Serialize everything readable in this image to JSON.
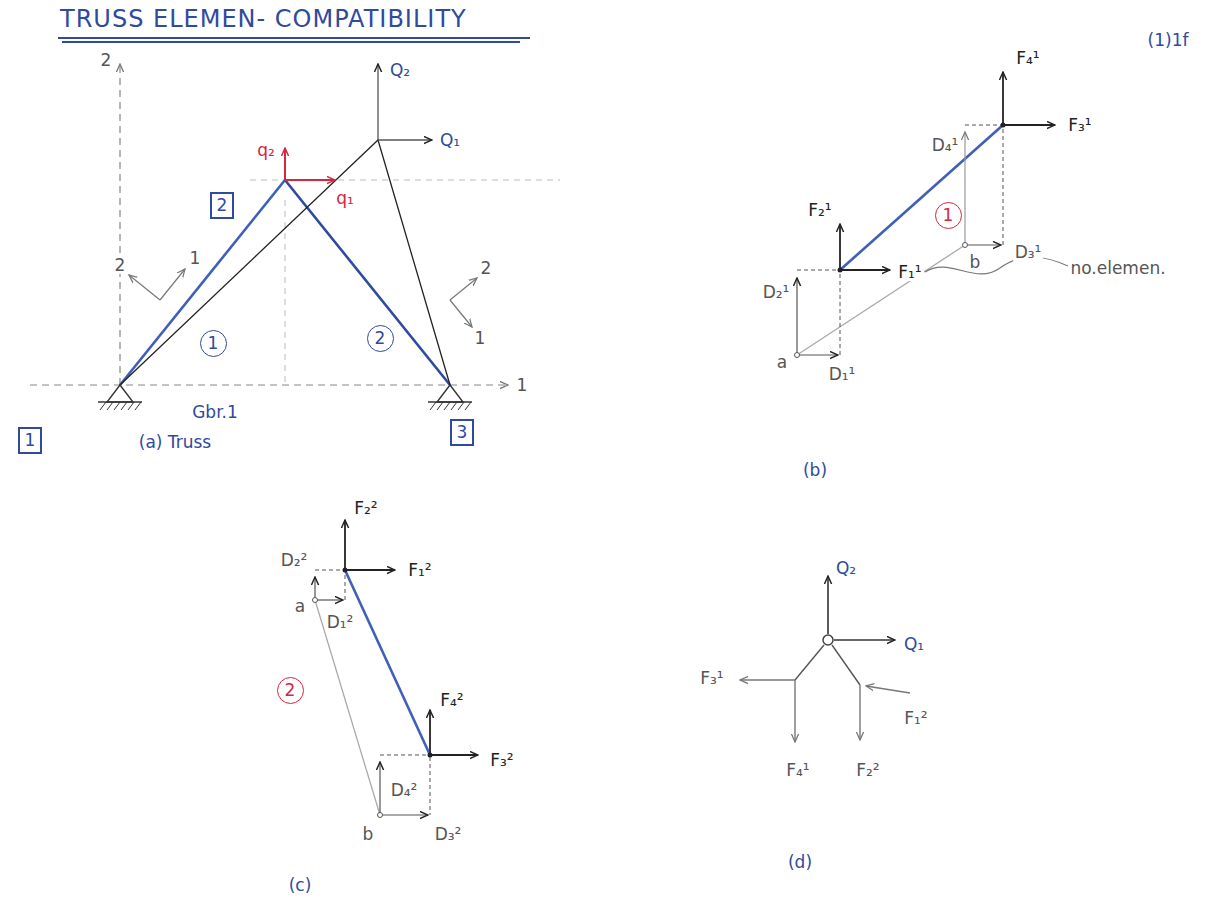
{
  "diagram": {
    "title": "TRUSS ELEMEN- COMPATIBILITY",
    "nodes": [
      {
        "text": [
          "2"
        ]
      },
      {
        "text": [
          "1"
        ]
      },
      {
        "text": [
          "2"
        ]
      },
      {
        "text": [
          "1"
        ]
      },
      {
        "text": [
          "3"
        ]
      },
      {
        "text": [
          "1"
        ]
      },
      {
        "text": [
          "2"
        ]
      }
    ],
    "labels": [
      "2",
      "Q₂",
      "Q₁",
      "q₂",
      "q₁",
      "2",
      "1",
      "2",
      "1",
      "1",
      "Gbr.1",
      "(a) Truss",
      "(1)1f",
      "F₄¹",
      "D₄¹",
      "F₃¹",
      "F₂¹",
      "D₃¹",
      "b",
      "D₂¹",
      "F₁¹",
      "no.elemen.",
      "a",
      "D₁¹",
      "(b)",
      "F₂²",
      "D₂²",
      "F₁²",
      "a",
      "D₁²",
      "F₄²",
      "D₄²",
      "F₃²",
      "b",
      "D₃²",
      "(c)",
      "Q₂",
      "Q₁",
      "F₃¹",
      "F₄¹",
      "F₂²",
      "F₁²",
      "(d)"
    ]
  }
}
